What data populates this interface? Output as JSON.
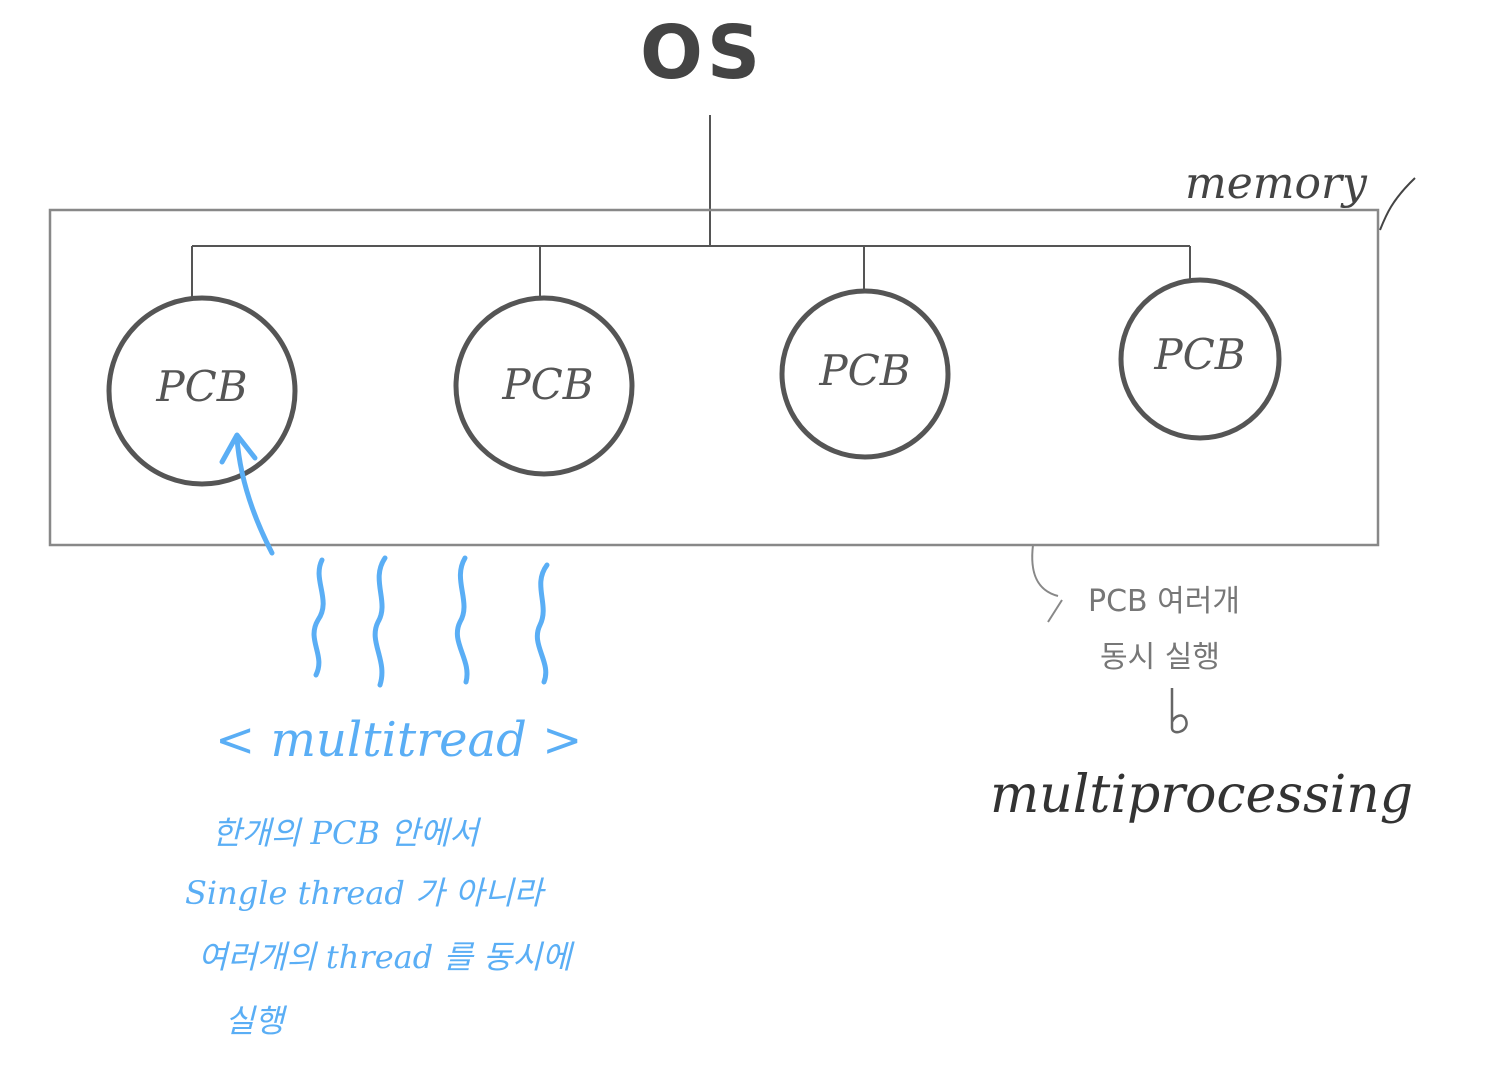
{
  "title": "OS",
  "memory_label": "memory",
  "pcbs": [
    {
      "label": "PCB"
    },
    {
      "label": "PCB"
    },
    {
      "label": "PCB"
    },
    {
      "label": "PCB"
    }
  ],
  "multithread": {
    "title": "< multitread >",
    "lines": [
      "한개의   PCB 안에서",
      "Single   thread 가 아니라",
      "여러개의   thread 를 동시에",
      "실행"
    ]
  },
  "multiprocessing": {
    "note_lines": [
      "PCB 여러개",
      "동시 실행"
    ],
    "label": "multiprocessing"
  },
  "colors": {
    "ink": "#555555",
    "box": "#888888",
    "blue": "#5aaef5"
  }
}
